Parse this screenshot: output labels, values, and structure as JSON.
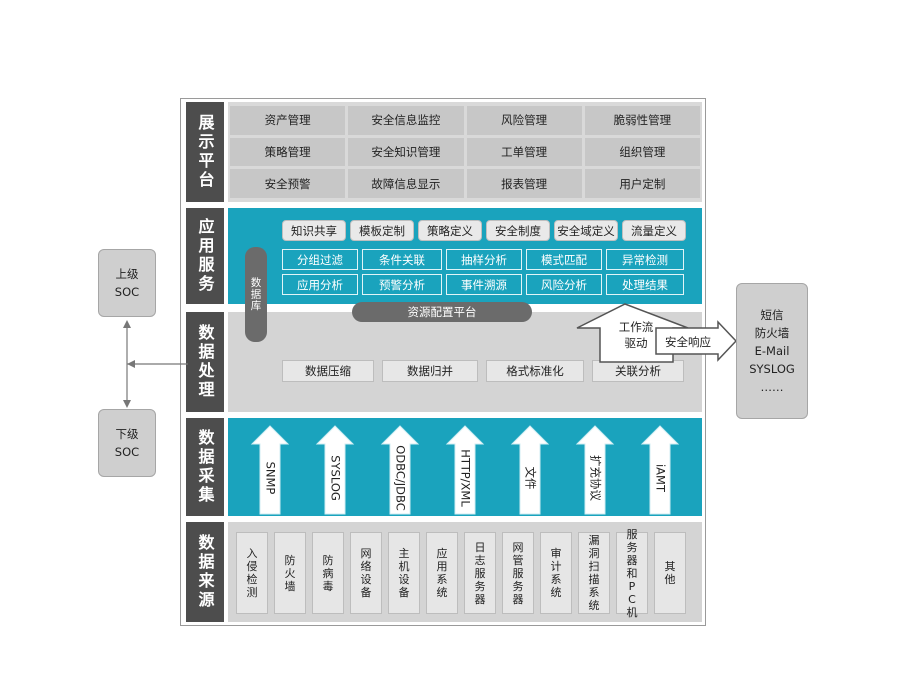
{
  "layers": {
    "display": {
      "label": "展示平台",
      "items": [
        "资产管理",
        "安全信息监控",
        "风险管理",
        "脆弱性管理",
        "策略管理",
        "安全知识管理",
        "工单管理",
        "组织管理",
        "安全预警",
        "故障信息显示",
        "报表管理",
        "用户定制"
      ]
    },
    "app": {
      "label": "应用服务",
      "row1": [
        "知识共享",
        "模板定制",
        "策略定义",
        "安全制度",
        "安全域定义",
        "流量定义"
      ],
      "row2": [
        "分组过滤",
        "条件关联",
        "抽样分析",
        "模式匹配",
        "异常检测"
      ],
      "row3": [
        "应用分析",
        "预警分析",
        "事件溯源",
        "风险分析",
        "处理结果"
      ]
    },
    "proc": {
      "label": "数据处理",
      "items": [
        "数据压缩",
        "数据归并",
        "格式标准化",
        "关联分析"
      ]
    },
    "collect": {
      "label": "数据采集",
      "arrows": [
        "SNMP",
        "SYSLOG",
        "ODBC/JDBC",
        "HTTP/XML",
        "文件",
        "扩充协议",
        "iAMT"
      ]
    },
    "source": {
      "label": "数据来源",
      "items": [
        "入侵检测",
        "防火墙",
        "防病毒",
        "网络设备",
        "主机设备",
        "应用系统",
        "日志服务器",
        "网管服务器",
        "审计系统",
        "漏洞扫描系统",
        "服务器和PC机",
        "其他"
      ]
    }
  },
  "database_label": "数据库",
  "resource_platform": "资源配置平台",
  "workflow": {
    "line1": "工作流",
    "line2": "驱动"
  },
  "security_response": "安全响应",
  "upper_soc": {
    "line1": "上级",
    "line2": "SOC"
  },
  "lower_soc": {
    "line1": "下级",
    "line2": "SOC"
  },
  "response_targets": [
    "短信",
    "防火墙",
    "E-Mail",
    "SYSLOG",
    "……"
  ],
  "colors": {
    "teal": "#1aa3bd",
    "dark_label": "#4d4d4d",
    "gray_panel": "#d4d4d4"
  }
}
